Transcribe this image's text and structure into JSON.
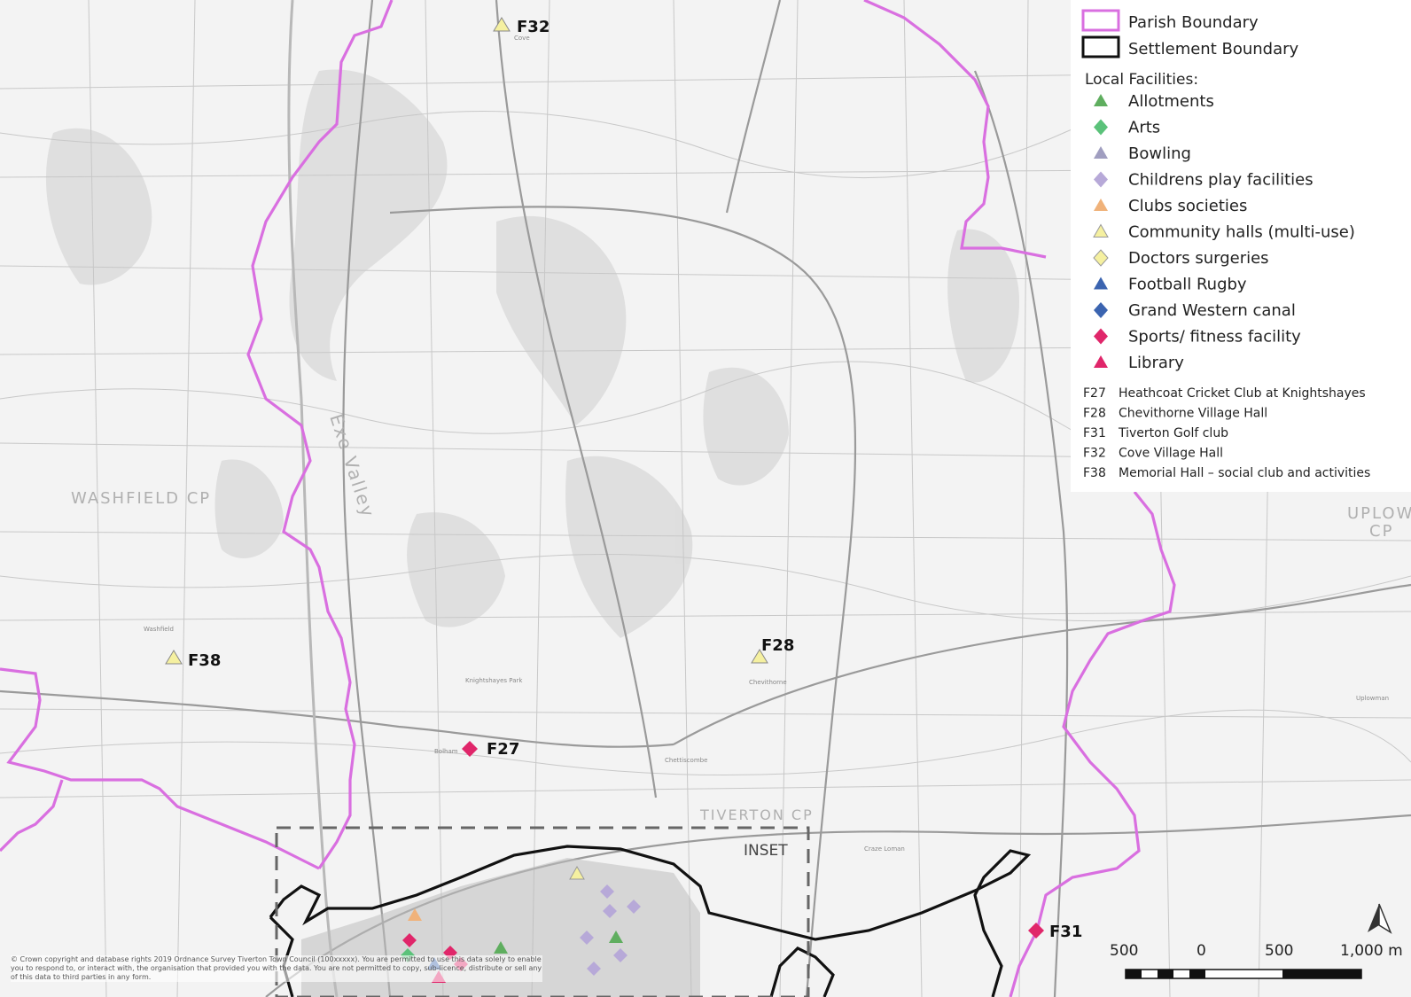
{
  "legend": {
    "parish_boundary": "Parish Boundary",
    "settlement_boundary": "Settlement Boundary",
    "local_facilities_title": "Local Facilities:",
    "items": [
      {
        "label": "Allotments",
        "shape": "triangle",
        "color": "#5fae5f"
      },
      {
        "label": "Arts",
        "shape": "diamond",
        "color": "#5bc27a"
      },
      {
        "label": "Bowling",
        "shape": "triangle",
        "color": "#a09ec0"
      },
      {
        "label": "Childrens play facilities",
        "shape": "diamond",
        "color": "#b7a9d8"
      },
      {
        "label": "Clubs societies",
        "shape": "triangle",
        "color": "#f0b27a"
      },
      {
        "label": "Community halls (multi-use)",
        "shape": "triangle",
        "color": "#f5f0a0"
      },
      {
        "label": "Doctors surgeries",
        "shape": "diamond",
        "color": "#f5f0a0"
      },
      {
        "label": "Football Rugby",
        "shape": "triangle",
        "color": "#3b64b0"
      },
      {
        "label": "Grand Western canal",
        "shape": "diamond",
        "color": "#3b64b0"
      },
      {
        "label": "Sports/ fitness facility",
        "shape": "diamond",
        "color": "#e0266a"
      },
      {
        "label": "Library",
        "shape": "triangle",
        "color": "#e0266a"
      }
    ],
    "notes": [
      {
        "code": "F27",
        "text": "Heathcoat Cricket Club at Knightshayes"
      },
      {
        "code": "F28",
        "text": "Chevithorne Village Hall"
      },
      {
        "code": "F31",
        "text": "Tiverton Golf club"
      },
      {
        "code": "F32",
        "text": "Cove Village Hall"
      },
      {
        "code": "F38",
        "text": "Memorial Hall – social club and activities"
      }
    ]
  },
  "map": {
    "area_labels": {
      "exe_valley": "Exe Valley",
      "washfield": "WASHFIELD CP",
      "tiverton": "TIVERTON CP",
      "uplowman": "UPLOW",
      "uplowman_cp": "CP",
      "inset": "INSET"
    },
    "facilities": [
      {
        "id": "F32",
        "label": "F32",
        "kind": "Community halls (multi-use)"
      },
      {
        "id": "F38",
        "label": "F38",
        "kind": "Community halls (multi-use)"
      },
      {
        "id": "F28",
        "label": "F28",
        "kind": "Community halls (multi-use)"
      },
      {
        "id": "F27",
        "label": "F27",
        "kind": "Sports/ fitness facility"
      },
      {
        "id": "F31",
        "label": "F31",
        "kind": "Sports/ fitness facility"
      }
    ],
    "place_names": [
      "Washfield",
      "Chevithorne",
      "Knightshayes Park",
      "Chettiscombe",
      "Uplowman",
      "Cove",
      "Bolham",
      "Craze Loman"
    ]
  },
  "scale_bar": {
    "labels": [
      "500",
      "0",
      "500",
      "1,000 m"
    ]
  },
  "north_arrow": "N",
  "copyright": "© Crown copyright and database rights 2019 Ordnance Survey Tiverton Town Council (100xxxxx). You are permitted to use this data solely to enable you to respond to, or interact with, the organisation that provided you with the data. You are not permitted to copy, sub-licence, distribute or sell any of this data to third parties in any form."
}
